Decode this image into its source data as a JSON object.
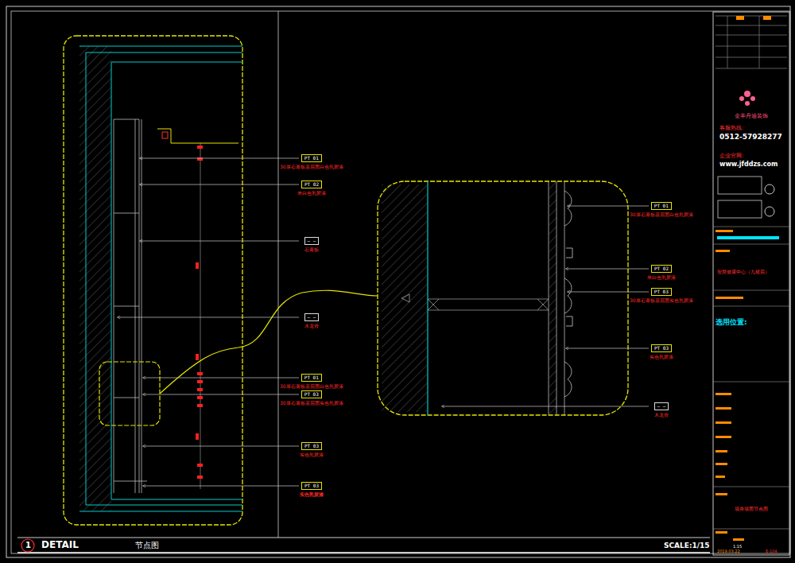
{
  "diagram": {
    "title": "DETAIL",
    "nodes": [
      {
        "text": [
          "PT 01",
          "30厚石膏板基层面白色乳胶漆"
        ]
      },
      {
        "text": [
          "PT 02",
          "米白色乳胶漆"
        ]
      },
      {
        "text": [
          "— —",
          "石膏板"
        ]
      },
      {
        "text": [
          "— —",
          "木龙骨"
        ]
      },
      {
        "text": [
          "PT 01",
          "30厚石膏板基层面白色乳胶漆"
        ]
      },
      {
        "text": [
          "PT 03",
          "30厚石膏板基层面实色乳胶漆"
        ]
      },
      {
        "text": [
          "PT 03",
          "实色乳胶漆"
        ]
      },
      {
        "text": [
          "PT 03",
          "实色乳胶漆"
        ]
      },
      {
        "text": [
          "PT 01",
          "30厚石膏板基层面白色乳胶漆"
        ]
      },
      {
        "text": [
          "PT 02",
          "米白色乳胶漆"
        ]
      },
      {
        "text": [
          "PT 03",
          "30厚石膏板基层面实色乳胶漆"
        ]
      },
      {
        "text": [
          "PT 03",
          "实色乳胶漆"
        ]
      },
      {
        "text": [
          "— —",
          "木龙骨"
        ]
      }
    ],
    "labels": [
      "1",
      "节点图",
      "SCALE:1/15",
      "金丰丹迪装饰",
      "客服热线:",
      "0512-57928277",
      "企业官网:",
      "www.jfddzs.com",
      "智慧健康中心（九楼层）",
      "选用位置:",
      "墙身墙面节点图",
      "1:15",
      "2019.03.22",
      "E-104"
    ]
  }
}
